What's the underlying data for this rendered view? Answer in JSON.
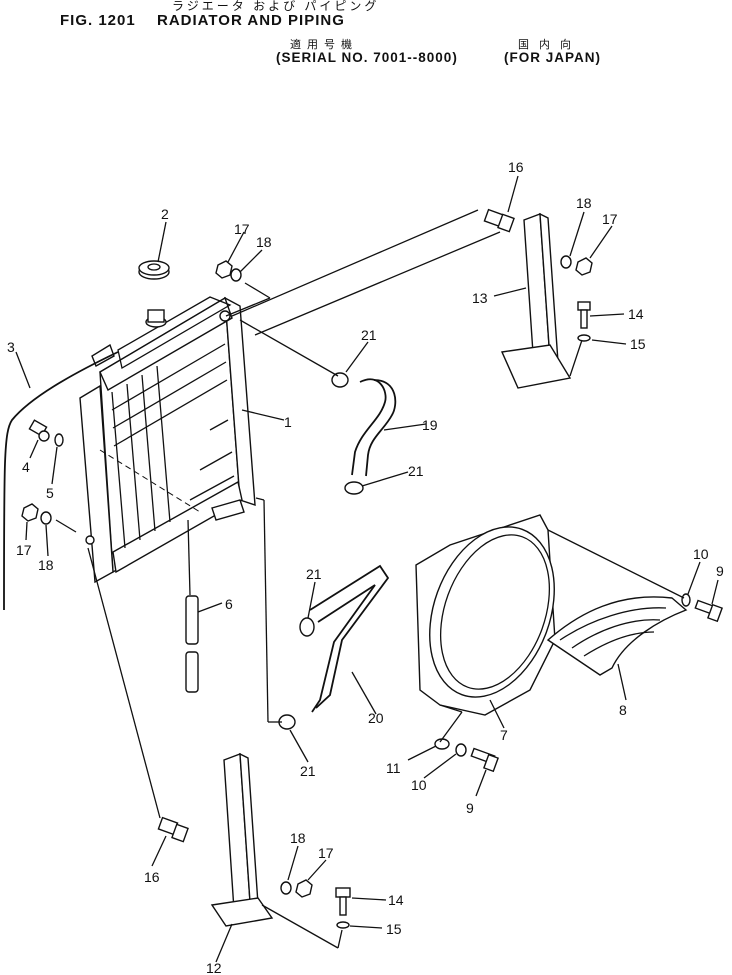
{
  "header": {
    "fig_no": "FIG. 1201",
    "title": "RADIATOR AND PIPING",
    "title_jp": "ラジエータ および パイピング",
    "serial_jp": "適用号機",
    "dest_jp": "国内向",
    "serial": "(SERIAL NO. 7001--8000)",
    "destination": "(FOR JAPAN)"
  },
  "callouts": {
    "c1": "1",
    "c2": "2",
    "c3": "3",
    "c4": "4",
    "c5": "5",
    "c6": "6",
    "c7": "7",
    "c8": "8",
    "c9a": "9",
    "c9b": "9",
    "c10a": "10",
    "c10b": "10",
    "c11": "11",
    "c12": "12",
    "c13": "13",
    "c14a": "14",
    "c14b": "14",
    "c15a": "15",
    "c15b": "15",
    "c16a": "16",
    "c16b": "16",
    "c17a": "17",
    "c17b": "17",
    "c17c": "17",
    "c18a": "18",
    "c18b": "18",
    "c18c": "18",
    "c19": "19",
    "c20": "20",
    "c21a": "21",
    "c21b": "21",
    "c21c": "21",
    "c21d": "21"
  }
}
